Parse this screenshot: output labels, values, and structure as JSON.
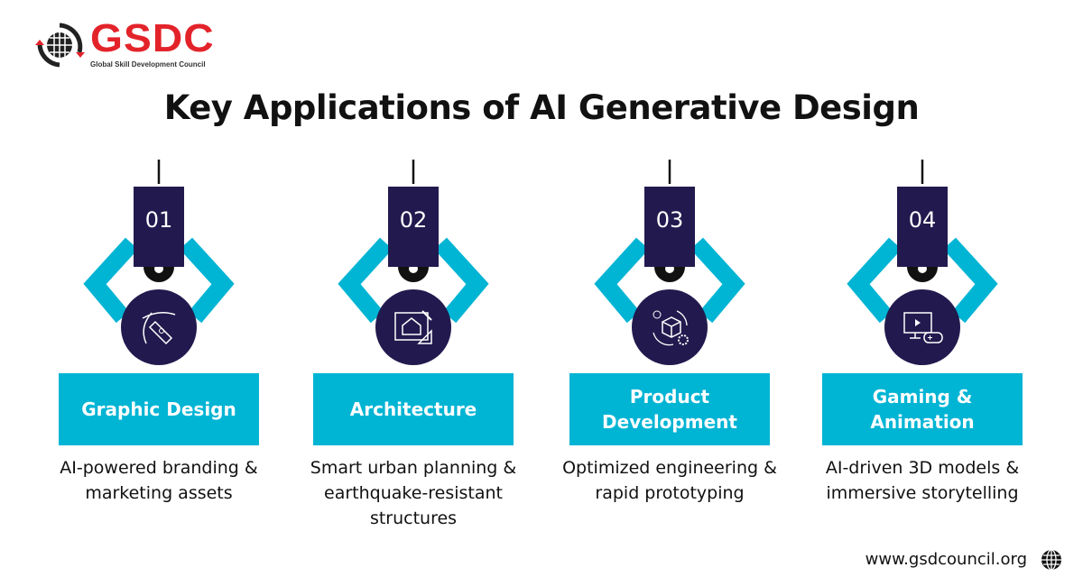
{
  "logo": {
    "name": "GSDC",
    "subtitle": "Global Skill Development Council"
  },
  "title": "Key Applications of AI Generative Design",
  "items": [
    {
      "number": "01",
      "label": "Graphic Design",
      "description": "AI-powered branding & marketing assets",
      "icon": "pen-tool-icon"
    },
    {
      "number": "02",
      "label": "Architecture",
      "description": "Smart urban planning & earthquake-resistant structures",
      "icon": "blueprint-house-icon"
    },
    {
      "number": "03",
      "label": "Product Development",
      "description": "Optimized engineering & rapid prototyping",
      "icon": "product-box-gear-icon"
    },
    {
      "number": "04",
      "label": "Gaming & Animation",
      "description": "AI-driven 3D models & immersive storytelling",
      "icon": "monitor-gamepad-icon"
    }
  ],
  "footer": {
    "url": "www.gsdcouncil.org",
    "icon": "globe-icon"
  },
  "colors": {
    "navy": "#221a4e",
    "cyan": "#00b4d4",
    "red": "#e3232a"
  }
}
